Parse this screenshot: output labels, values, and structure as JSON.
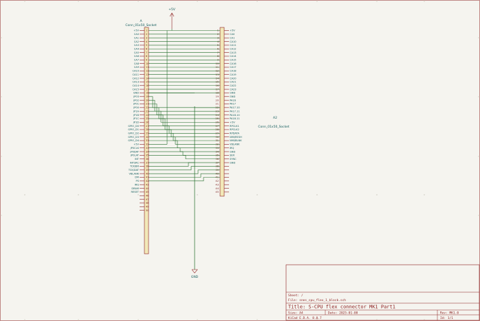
{
  "power": {
    "top_label": "+5V",
    "bottom_label": "GND"
  },
  "conn_a": {
    "ref": "A",
    "value": "Conn_01x50_Socket",
    "left_labels": [
      "+5V",
      "CA0",
      "CA1",
      "CA2",
      "CA3",
      "CA4",
      "CA5",
      "CA6",
      "CA7",
      "CA8",
      "CA9",
      "CA10",
      "CA11",
      "CA12",
      "CA13",
      "CA14",
      "CA15",
      "GND",
      "JP03",
      "JP02",
      "JP01",
      "JP00",
      "JP1A",
      "JP1B",
      "JP1C",
      "JP1D",
      "GPIO_D0",
      "GPIO_D1",
      "GPIO_D2",
      "GPIO_D3",
      "GPIO_D4",
      "+5V",
      "JP0CLK",
      "JP0DAT",
      "JP0LAT",
      "INT",
      "INTSRC",
      "TCK/BR",
      "TCK/DAT",
      "VBLANK",
      "DM",
      "PS",
      "IRQ",
      "DRAM",
      "RESET"
    ],
    "pin_numbers": [
      "1",
      "2",
      "3",
      "4",
      "5",
      "6",
      "7",
      "8",
      "9",
      "10",
      "11",
      "12",
      "13",
      "14",
      "15",
      "16",
      "17",
      "18",
      "19",
      "20",
      "21",
      "22",
      "23",
      "24",
      "25",
      "26",
      "27",
      "28",
      "29",
      "30",
      "31",
      "32",
      "33",
      "34",
      "35",
      "36",
      "37",
      "38",
      "39",
      "40",
      "41",
      "42",
      "43",
      "44",
      "45",
      "46",
      "47",
      "48",
      "49",
      "50"
    ]
  },
  "conn_b": {
    "ref": "A2",
    "value": "Conn_01x50_Socket",
    "pin_numbers": [
      "1",
      "2",
      "3",
      "4",
      "5",
      "6",
      "7",
      "8",
      "9",
      "10",
      "11",
      "12",
      "13",
      "14",
      "15",
      "16",
      "17",
      "18",
      "19",
      "20",
      "21",
      "22",
      "23",
      "24",
      "25",
      "26",
      "27",
      "28",
      "29",
      "30",
      "31",
      "32",
      "33",
      "34",
      "35",
      "36",
      "37",
      "38",
      "39",
      "40",
      "41",
      "42",
      "43",
      "44",
      "45",
      "46"
    ],
    "right_labels": [
      "+5V",
      "CA0",
      "CA1",
      "CA10",
      "CA11",
      "CA12",
      "CA13",
      "CA14",
      "CA15",
      "CA16",
      "CA17",
      "CA18",
      "CA19",
      "CA20",
      "CA21",
      "CA22",
      "CA23",
      "GND",
      "GND",
      "PA16",
      "PA17",
      "PA17.10",
      "PA17.11",
      "PA18.10",
      "PA18.11",
      "+5V",
      "RPCLK1",
      "RPCLK2",
      "RPDATA",
      "NMI/RESH",
      "NMI/BLNK",
      "VBLANK",
      "IRQ",
      "GND",
      "SER",
      "SYNC",
      "GND"
    ]
  },
  "title_block": {
    "sheet": "Sheet: /",
    "file": "File: snes_cpu_flex_1_block.sch",
    "title": "Title: S-CPU flex connector MK1 Part1",
    "size": "Size: A4",
    "date": "Date: 2025-01-08",
    "rev": "Rev: MK1.0",
    "app": "KiCad E.D.A. 8.0.7",
    "id": "Id: 1/1"
  }
}
